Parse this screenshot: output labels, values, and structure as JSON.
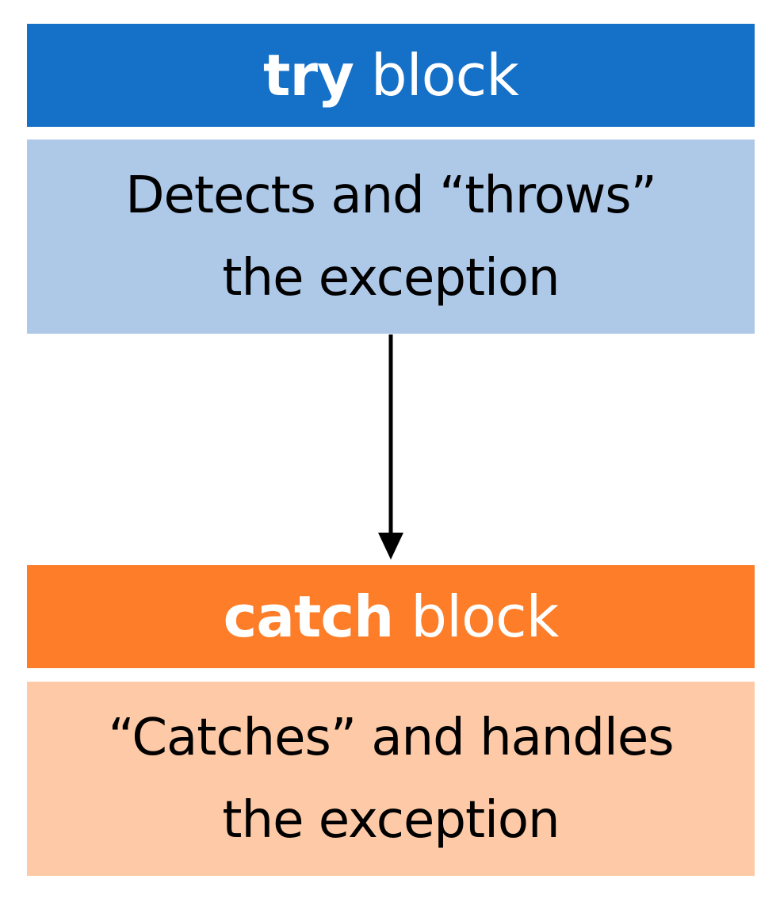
{
  "try_block": {
    "keyword": "try",
    "label": "block",
    "color": "#1570c8",
    "body_color": "#aec8e8",
    "description_line1": "Detects and “throws”",
    "description_line2": "the exception"
  },
  "catch_block": {
    "keyword": "catch",
    "label": "block",
    "color": "#fd7d28",
    "body_color": "#fdc9a6",
    "description_line1": "“Catches” and handles",
    "description_line2": "the exception"
  },
  "connector": {
    "from": "try_block",
    "to": "catch_block",
    "type": "arrow"
  }
}
